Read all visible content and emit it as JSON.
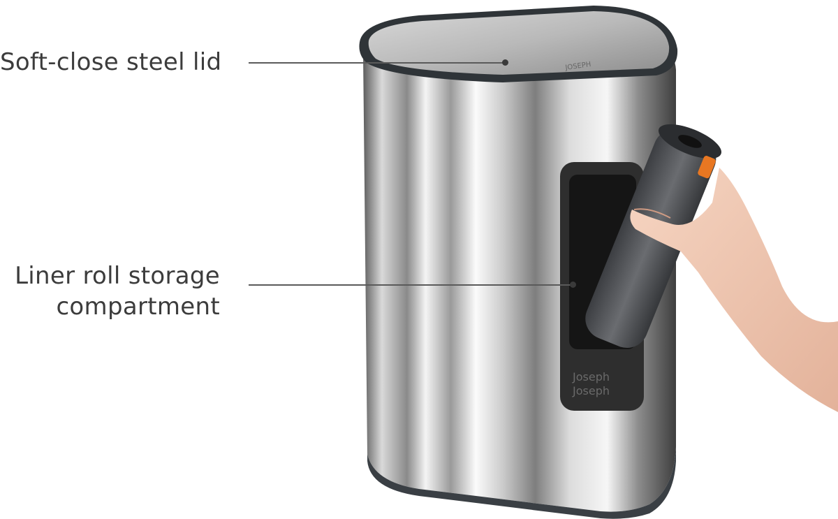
{
  "callouts": {
    "lid": "Soft-close steel lid",
    "liner_line1": "Liner roll storage",
    "liner_line2": "compartment"
  },
  "brand_mark": "Joseph Joseph",
  "colors": {
    "steel_light": "#e9e9e9",
    "steel_dark": "#4a4a4a",
    "rim": "#2f3438",
    "pocket": "#2a2a2a",
    "liner_roll": "#4f5155",
    "accent_orange": "#e87722",
    "skin": "#f1c7b0",
    "text": "#3c3c3c"
  }
}
